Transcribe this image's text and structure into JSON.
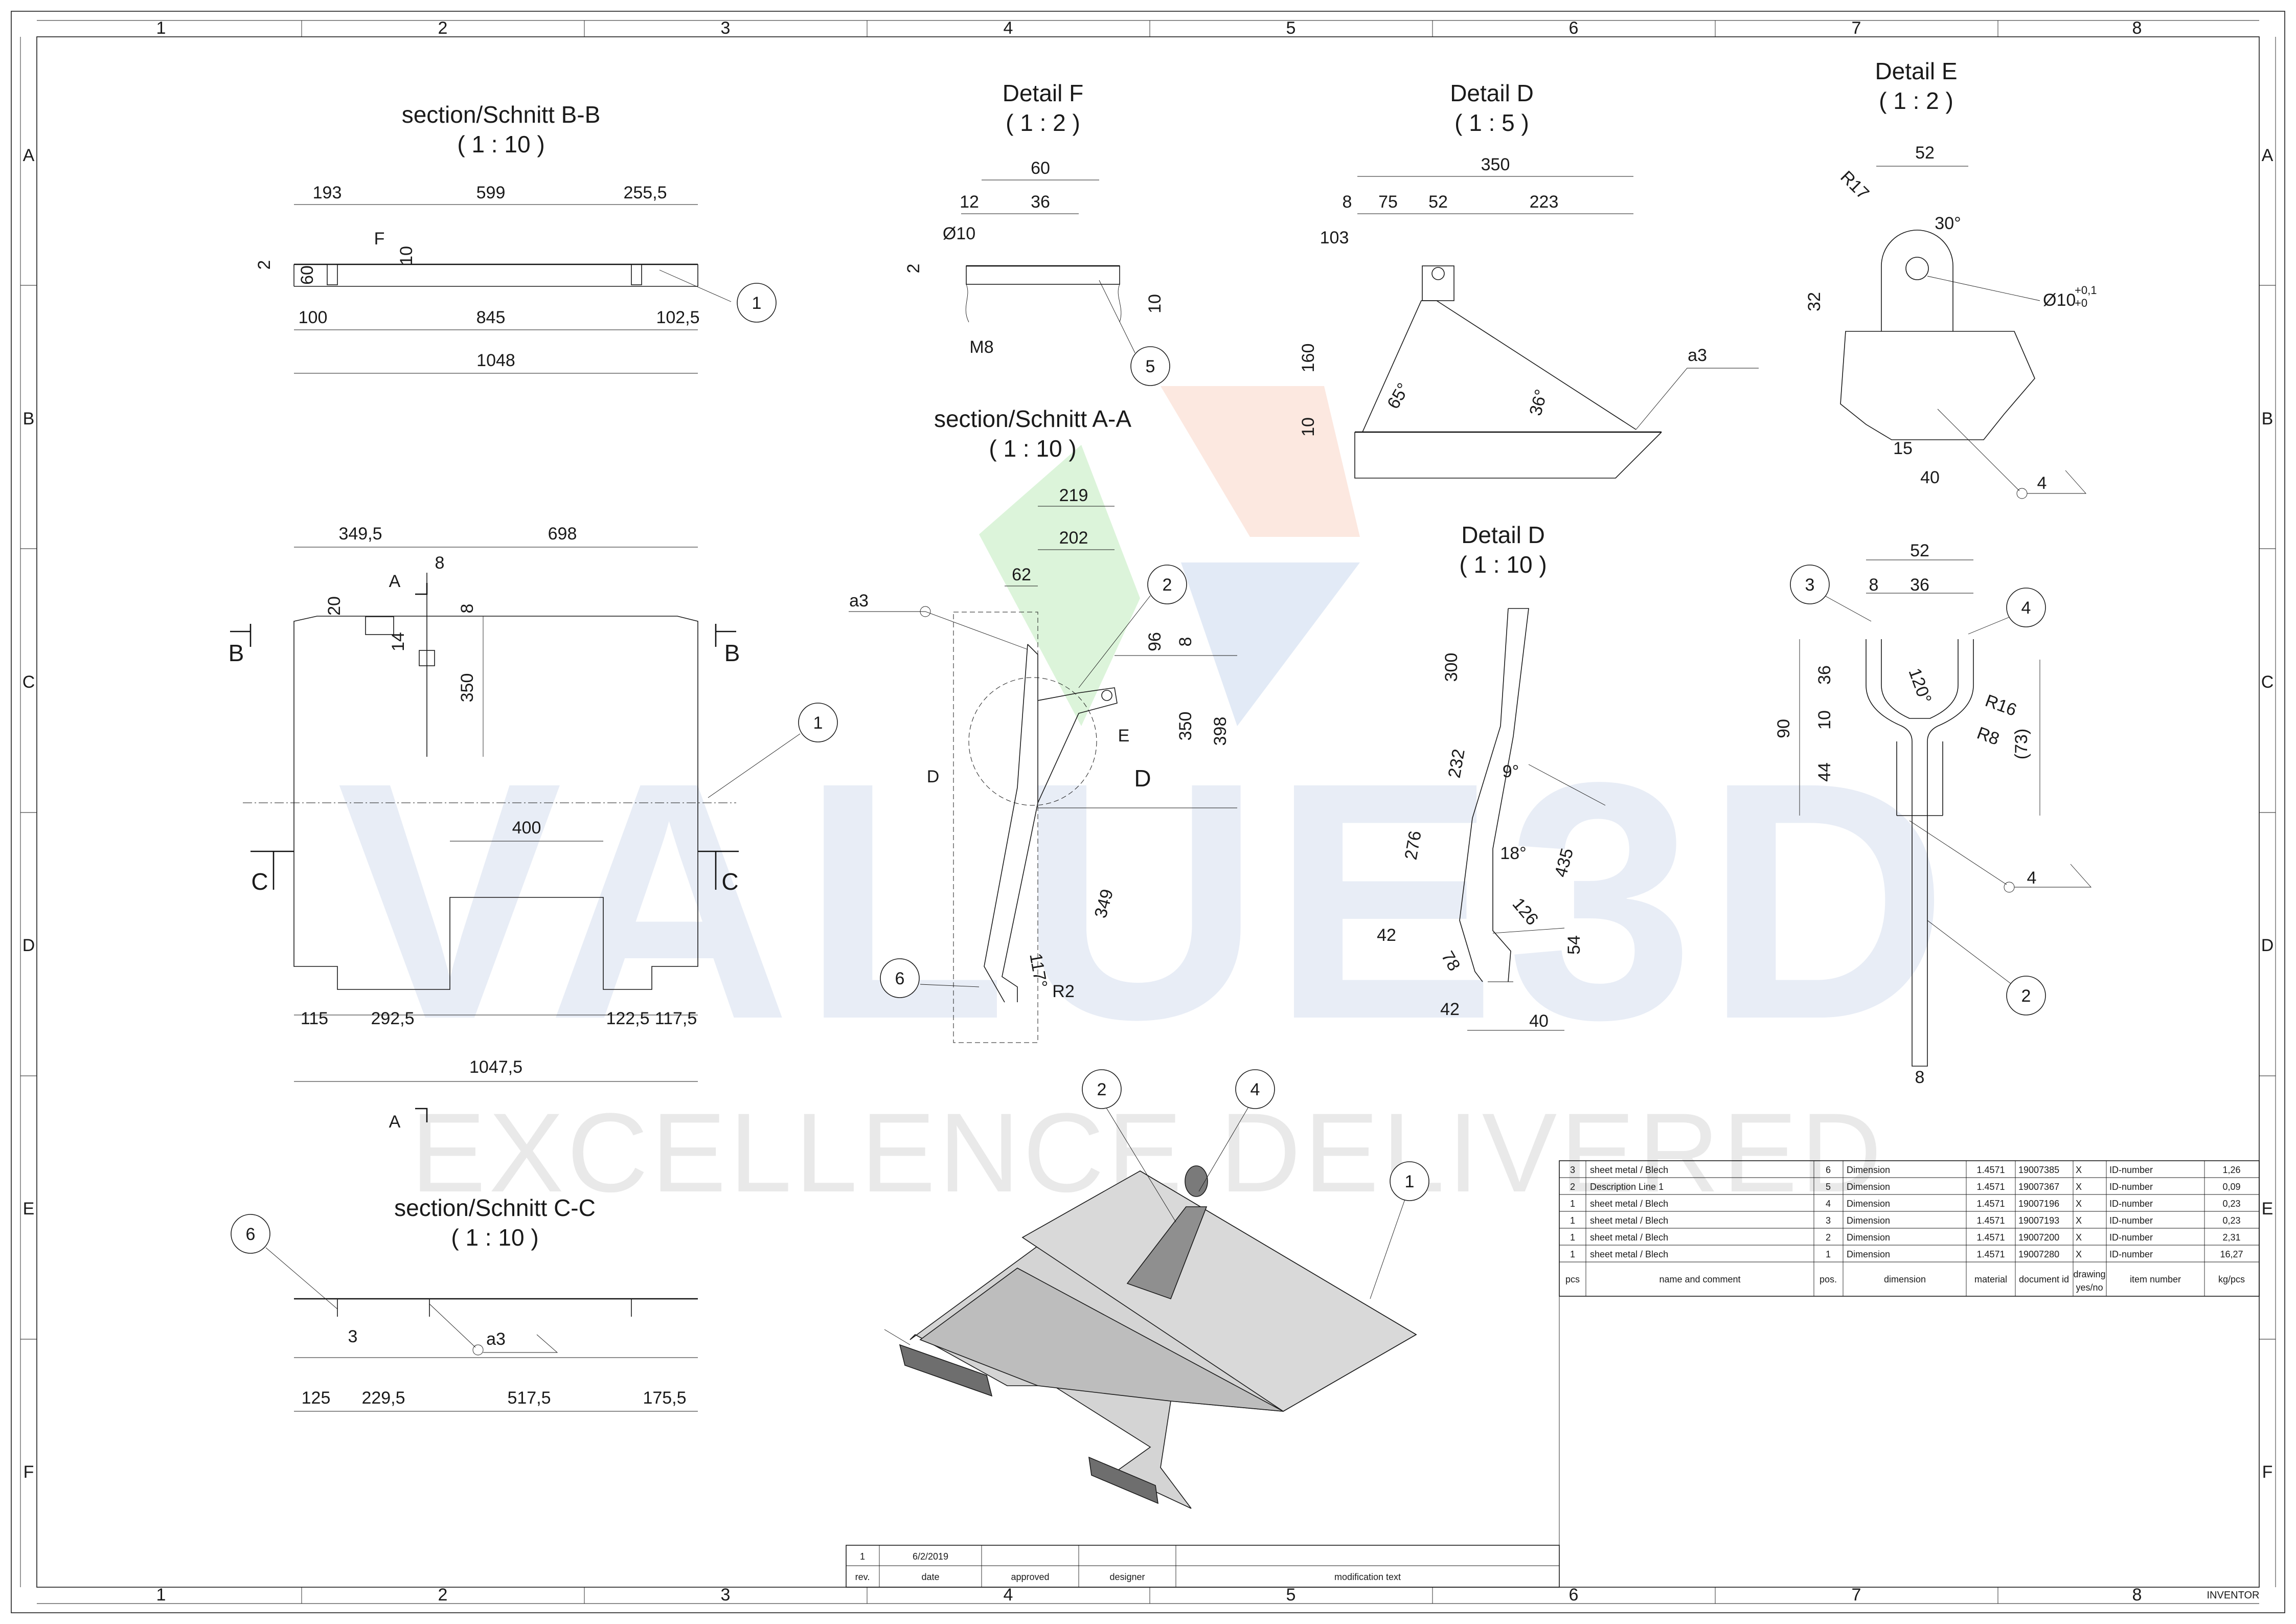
{
  "page": {
    "software": "INVENTOR"
  },
  "zones": {
    "cols": [
      "1",
      "2",
      "3",
      "4",
      "5",
      "6",
      "7",
      "8"
    ],
    "rows": [
      "A",
      "B",
      "C",
      "D",
      "E",
      "F"
    ]
  },
  "watermark": {
    "brand": "VALUE3D",
    "slogan": "EXCELLENCE DELIVERED",
    "colors": {
      "orange": "#f7b8a0",
      "green": "#a6e3a1",
      "blue": "#a9bfe3"
    }
  },
  "views": {
    "section_bb": {
      "title": "section/Schnitt B-B",
      "scale": "( 1 : 10 )",
      "dims": {
        "d193": "193",
        "d599": "599",
        "d2555": "255,5",
        "d2": "2",
        "d60": "60",
        "f": "F",
        "d10": "10",
        "d100": "100",
        "d845": "845",
        "d1025": "102,5",
        "d1048": "1048"
      }
    },
    "detail_f": {
      "title": "Detail F",
      "scale": "( 1 : 2 )",
      "dims": {
        "d60": "60",
        "d12": "12",
        "d36": "36",
        "d10dia": "Ø10",
        "d2": "2",
        "d10": "10",
        "m8": "M8"
      }
    },
    "detail_d1": {
      "title": "Detail D",
      "scale": "( 1 : 5 )",
      "dims": {
        "d350": "350",
        "d8": "8",
        "d75": "75",
        "d52": "52",
        "d223": "223",
        "d103": "103",
        "d160": "160",
        "d10": "10",
        "a65": "65°",
        "a36": "36°",
        "weld": "a3"
      }
    },
    "detail_e": {
      "title": "Detail E",
      "scale": "( 1 : 2 )",
      "dims": {
        "d52": "52",
        "r17": "R17",
        "a30": "30°",
        "d32": "32",
        "dia": "Ø10",
        "tol_up": "+0,1",
        "tol_lo": "+0",
        "d15": "15",
        "d40": "40",
        "weld": "4"
      }
    },
    "section_aa": {
      "title": "section/Schnitt A-A",
      "scale": "( 1 : 10 )",
      "dims": {
        "d219": "219",
        "d202": "202",
        "d62": "62",
        "weld": "a3",
        "d96": "96",
        "d8": "8",
        "d350": "350",
        "d398": "398",
        "d349": "349",
        "a117": "117°",
        "r2": "R2",
        "lblD": "D",
        "lblE": "E",
        "lblDs": "D"
      }
    },
    "main": {
      "dims": {
        "d3495": "349,5",
        "d698": "698",
        "d8": "8",
        "lblA": "A",
        "d20": "20",
        "d14": "14",
        "d8b": "8",
        "d350": "350",
        "lblB": "B",
        "lblBr": "B",
        "d400": "400",
        "lblC": "C",
        "lblCr": "C",
        "d115": "115",
        "d2925": "292,5",
        "d1225": "122,5",
        "d1175": "117,5",
        "d10475": "1047,5",
        "lblA2": "A"
      }
    },
    "detail_d2": {
      "title": "Detail D",
      "scale": "( 1 : 10 )",
      "dims": {
        "d300": "300",
        "d232": "232",
        "a9": "9°",
        "d276": "276",
        "a18": "18°",
        "d435": "435",
        "d42": "42",
        "d78": "78",
        "d126": "126",
        "d54": "54",
        "d42b": "42",
        "d40": "40"
      }
    },
    "detail_right": {
      "dims": {
        "d52": "52",
        "d8": "8",
        "d36": "36",
        "d36v": "36",
        "d10": "10",
        "d44": "44",
        "d90": "90",
        "a120": "120°",
        "r16": "R16",
        "r8": "R8",
        "d73": "(73)",
        "d8b": "8",
        "weld": "4"
      }
    },
    "section_cc": {
      "title": "section/Schnitt C-C",
      "scale": "( 1 : 10 )",
      "dims": {
        "d3": "3",
        "weld": "a3",
        "d125": "125",
        "d2295": "229,5",
        "d5175": "517,5",
        "d1755": "175,5"
      }
    }
  },
  "balloons": {
    "b1a": "1",
    "b5": "5",
    "b2a": "2",
    "b1b": "1",
    "b3": "3",
    "b4a": "4",
    "b6a": "6",
    "b2b": "2",
    "b6b": "6",
    "b2c": "2",
    "b4b": "4",
    "b1c": "1"
  },
  "parts_list": {
    "headers": [
      "pcs",
      "name and comment",
      "pos.",
      "dimension",
      "material",
      "document id",
      "drawing yes/no",
      "item number",
      "kg/pcs"
    ],
    "rows": [
      [
        "3",
        "sheet metal / Blech",
        "6",
        "Dimension",
        "1.4571",
        "19007385",
        "X",
        "ID-number",
        "1,26"
      ],
      [
        "2",
        "Description Line 1",
        "5",
        "Dimension",
        "1.4571",
        "19007367",
        "X",
        "ID-number",
        "0,09"
      ],
      [
        "1",
        "sheet metal / Blech",
        "4",
        "Dimension",
        "1.4571",
        "19007196",
        "X",
        "ID-number",
        "0,23"
      ],
      [
        "1",
        "sheet metal / Blech",
        "3",
        "Dimension",
        "1.4571",
        "19007193",
        "X",
        "ID-number",
        "0,23"
      ],
      [
        "1",
        "sheet metal / Blech",
        "2",
        "Dimension",
        "1.4571",
        "19007200",
        "X",
        "ID-number",
        "2,31"
      ],
      [
        "1",
        "sheet metal / Blech",
        "1",
        "Dimension",
        "1.4571",
        "19007280",
        "X",
        "ID-number",
        "16,27"
      ]
    ]
  },
  "revision": {
    "row": {
      "rev": "1",
      "date": "6/2/2019",
      "approved": "",
      "designer": "",
      "text": ""
    },
    "headers": {
      "rev": "rev.",
      "date": "date",
      "approved": "approved",
      "designer": "designer",
      "text": "modification text"
    }
  }
}
